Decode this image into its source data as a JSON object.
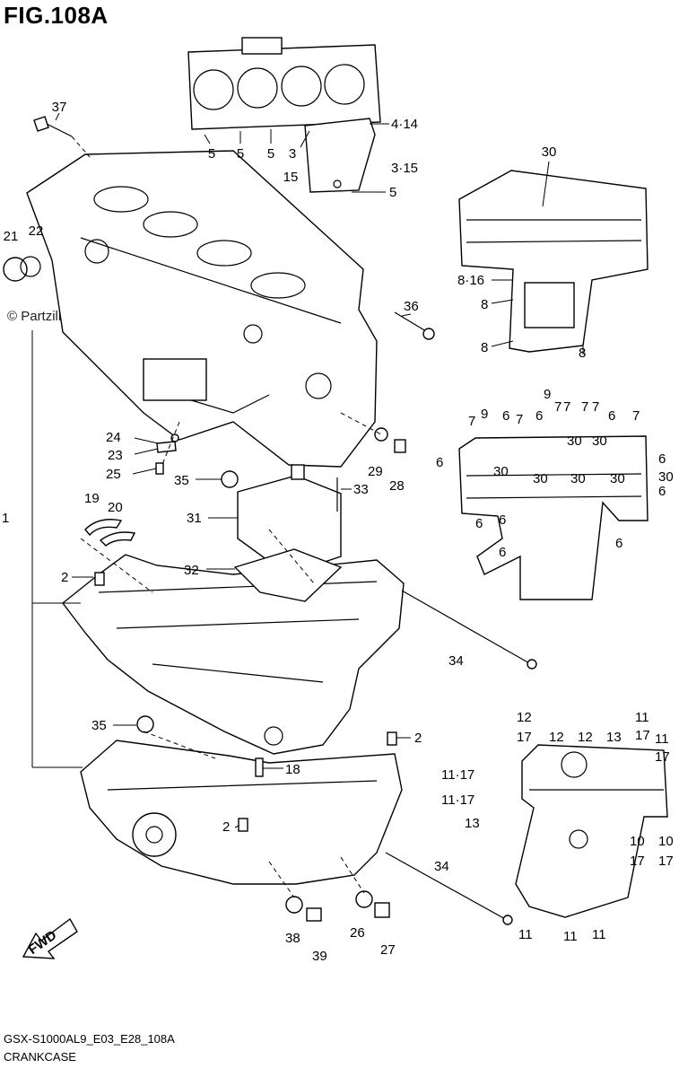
{
  "figure": {
    "title": "FIG.108A",
    "watermark": "© Partzilla.com",
    "diagram_code": "GSX-S1000AL9_E03_E28_108A",
    "caption": "CRANKCASE",
    "fwd_label": "FWD"
  },
  "callouts": [
    {
      "id": "c37",
      "text": "37"
    },
    {
      "id": "c21",
      "text": "21"
    },
    {
      "id": "c22",
      "text": "22"
    },
    {
      "id": "c5a",
      "text": "5"
    },
    {
      "id": "c5b",
      "text": "5"
    },
    {
      "id": "c5c",
      "text": "5"
    },
    {
      "id": "c3a",
      "text": "3"
    },
    {
      "id": "c15a",
      "text": "15"
    },
    {
      "id": "c414",
      "text": "4·14"
    },
    {
      "id": "c315",
      "text": "3·15"
    },
    {
      "id": "c5d",
      "text": "5"
    },
    {
      "id": "c30a",
      "text": "30"
    },
    {
      "id": "c816",
      "text": "8·16"
    },
    {
      "id": "c8a",
      "text": "8"
    },
    {
      "id": "c8b",
      "text": "8"
    },
    {
      "id": "c8c",
      "text": "8"
    },
    {
      "id": "c36",
      "text": "36"
    },
    {
      "id": "c1",
      "text": "1"
    },
    {
      "id": "c24",
      "text": "24"
    },
    {
      "id": "c23",
      "text": "23"
    },
    {
      "id": "c25",
      "text": "25"
    },
    {
      "id": "c35a",
      "text": "35"
    },
    {
      "id": "c33",
      "text": "33"
    },
    {
      "id": "c29",
      "text": "29"
    },
    {
      "id": "c28",
      "text": "28"
    },
    {
      "id": "c19",
      "text": "19"
    },
    {
      "id": "c20",
      "text": "20"
    },
    {
      "id": "c31",
      "text": "31"
    },
    {
      "id": "c2a",
      "text": "2"
    },
    {
      "id": "c32",
      "text": "32"
    },
    {
      "id": "c34a",
      "text": "34"
    },
    {
      "id": "c35b",
      "text": "35"
    },
    {
      "id": "c2b",
      "text": "2"
    },
    {
      "id": "c18",
      "text": "18"
    },
    {
      "id": "c2c",
      "text": "2"
    },
    {
      "id": "c34b",
      "text": "34"
    },
    {
      "id": "c38",
      "text": "38"
    },
    {
      "id": "c39",
      "text": "39"
    },
    {
      "id": "c26",
      "text": "26"
    },
    {
      "id": "c27",
      "text": "27"
    },
    {
      "id": "m7a",
      "text": "7"
    },
    {
      "id": "m9a",
      "text": "9"
    },
    {
      "id": "m6a",
      "text": "6"
    },
    {
      "id": "m7b",
      "text": "7"
    },
    {
      "id": "m6b",
      "text": "6"
    },
    {
      "id": "m9b",
      "text": "9"
    },
    {
      "id": "m7c",
      "text": "7"
    },
    {
      "id": "m7d",
      "text": "7"
    },
    {
      "id": "m7e",
      "text": "7"
    },
    {
      "id": "m7f",
      "text": "7"
    },
    {
      "id": "m6c",
      "text": "6"
    },
    {
      "id": "m7g",
      "text": "7"
    },
    {
      "id": "m30a",
      "text": "30"
    },
    {
      "id": "m30b",
      "text": "30"
    },
    {
      "id": "m6d",
      "text": "6"
    },
    {
      "id": "m6e",
      "text": "6"
    },
    {
      "id": "m30c",
      "text": "30"
    },
    {
      "id": "m30d",
      "text": "30"
    },
    {
      "id": "m30e",
      "text": "30"
    },
    {
      "id": "m30f",
      "text": "30"
    },
    {
      "id": "m30g",
      "text": "30"
    },
    {
      "id": "m6f",
      "text": "6"
    },
    {
      "id": "m6g",
      "text": "6"
    },
    {
      "id": "m6h",
      "text": "6"
    },
    {
      "id": "m6i",
      "text": "6"
    },
    {
      "id": "m6j",
      "text": "6"
    },
    {
      "id": "b12a",
      "text": "12"
    },
    {
      "id": "b17a",
      "text": "17"
    },
    {
      "id": "b12b",
      "text": "12"
    },
    {
      "id": "b12c",
      "text": "12"
    },
    {
      "id": "b13a",
      "text": "13"
    },
    {
      "id": "b11a",
      "text": "11"
    },
    {
      "id": "b17b",
      "text": "17"
    },
    {
      "id": "b11b",
      "text": "11"
    },
    {
      "id": "b17c",
      "text": "17"
    },
    {
      "id": "b1117a",
      "text": "11·17"
    },
    {
      "id": "b1117b",
      "text": "11·17"
    },
    {
      "id": "b13b",
      "text": "13"
    },
    {
      "id": "b10a",
      "text": "10"
    },
    {
      "id": "b10b",
      "text": "10"
    },
    {
      "id": "b17d",
      "text": "17"
    },
    {
      "id": "b17e",
      "text": "17"
    },
    {
      "id": "b11c",
      "text": "11"
    },
    {
      "id": "b11d",
      "text": "11"
    },
    {
      "id": "b11e",
      "text": "11"
    }
  ]
}
